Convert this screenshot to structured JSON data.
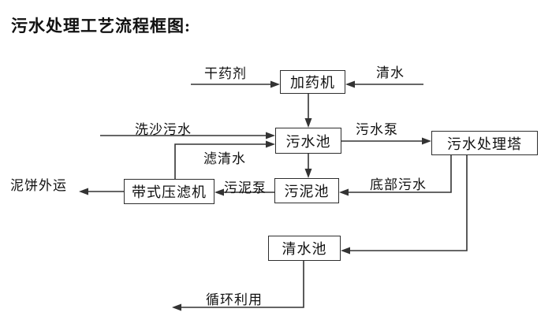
{
  "title": "污水处理工艺流程框图:",
  "nodes": {
    "dosing_machine": {
      "label": "加药机"
    },
    "sewage_pool": {
      "label": "污水池"
    },
    "treatment_tower": {
      "label": "污水处理塔"
    },
    "belt_filter_press": {
      "label": "带式压滤机"
    },
    "sludge_pool": {
      "label": "污泥池"
    },
    "clean_water_pool": {
      "label": "清水池"
    }
  },
  "flow_labels": {
    "dry_agent": "干药剂",
    "clean_water": "清水",
    "sand_washing_sewage": "洗沙污水",
    "filtered_water": "滤清水",
    "sewage_pump": "污水泵",
    "sludge_pump": "污泥泵",
    "bottom_sewage": "底部污水",
    "mud_cake_out": "泥饼外运",
    "recycle_use": "循环利用"
  },
  "colors": {
    "line": "#333333",
    "text": "#111111",
    "background": "#ffffff"
  }
}
